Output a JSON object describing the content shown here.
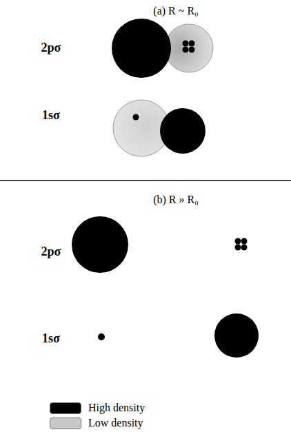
{
  "diagram": {
    "labels": [
      "(a) R ~ R₀",
      "2pσ",
      "1sσ",
      "(b) R » R₀",
      "2pσ",
      "1sσ"
    ],
    "legend": [
      {
        "text": "High density",
        "color": "#000000"
      },
      {
        "text": "Low density",
        "color": "#c8c8c8"
      }
    ]
  }
}
